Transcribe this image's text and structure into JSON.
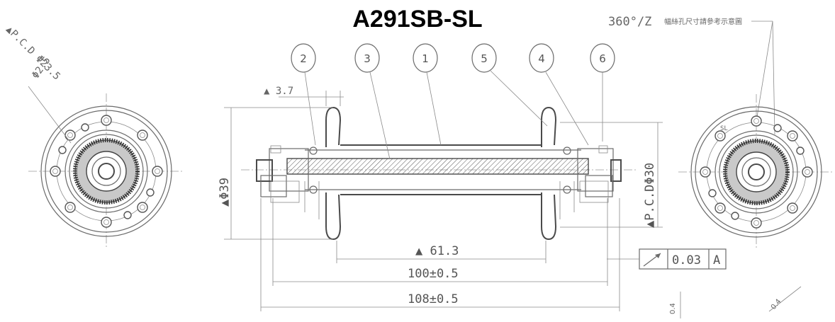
{
  "title": "A291SB-SL",
  "note": {
    "angle": "360°/Z",
    "text": "幅絲孔尺寸請參考示意圖"
  },
  "left_view": {
    "pcd_label": "▲P.C.D Φ23.5",
    "dia_label": "Φ2.5"
  },
  "right_view": {
    "mark": "SL"
  },
  "part_bubbles": [
    "2",
    "3",
    "1",
    "5",
    "4",
    "6"
  ],
  "dimensions": {
    "flange_width": "▲ 3.7",
    "height": "▲Φ39",
    "pcd_right": "▲P.C.DΦ30",
    "flange_spacing": "▲ 61.3",
    "inner_length": "100±0.5",
    "overall_length": "108±0.5"
  },
  "tolerance": {
    "value": "0.03",
    "datum": "A"
  },
  "corner_marks": [
    "0.4",
    "0.4"
  ]
}
